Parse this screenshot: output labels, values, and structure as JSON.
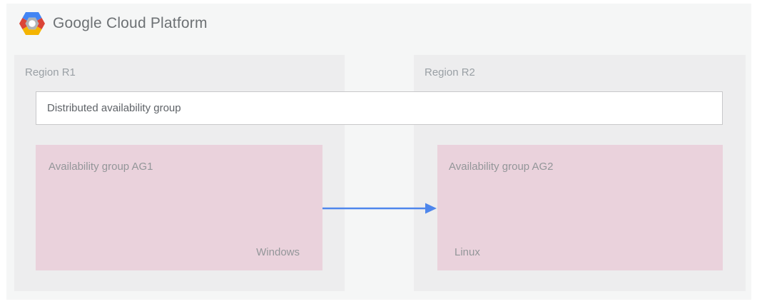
{
  "header": {
    "logo_icon": "gcp-hexagon-icon",
    "logo_text": "Google Cloud Platform"
  },
  "diagram": {
    "regions": [
      {
        "label": "Region R1"
      },
      {
        "label": "Region R2"
      }
    ],
    "distributed_group": {
      "label": "Distributed availability group"
    },
    "availability_groups": [
      {
        "label": "Availability group AG1",
        "os": "Windows"
      },
      {
        "label": "Availability group AG2",
        "os": "Linux"
      }
    ],
    "arrow": {
      "from": "Availability group AG1",
      "to": "Availability group AG2",
      "direction": "right"
    }
  },
  "colors": {
    "page_bg": "#ffffff",
    "canvas_bg": "#f5f6f6",
    "region_bg": "#ededee",
    "region_label": "#9aa0a5",
    "box_border": "#c8c8ca",
    "dag_label": "#5f6368",
    "group_bg": "#ead2dc",
    "group_label": "#939699",
    "arrow_blue": "#4e86ec",
    "logo_blue": "#4285f4",
    "logo_red": "#db4437",
    "logo_yellow": "#f4b400",
    "logo_gray": "#aeb3b6",
    "logo_text": "#6d7174"
  }
}
